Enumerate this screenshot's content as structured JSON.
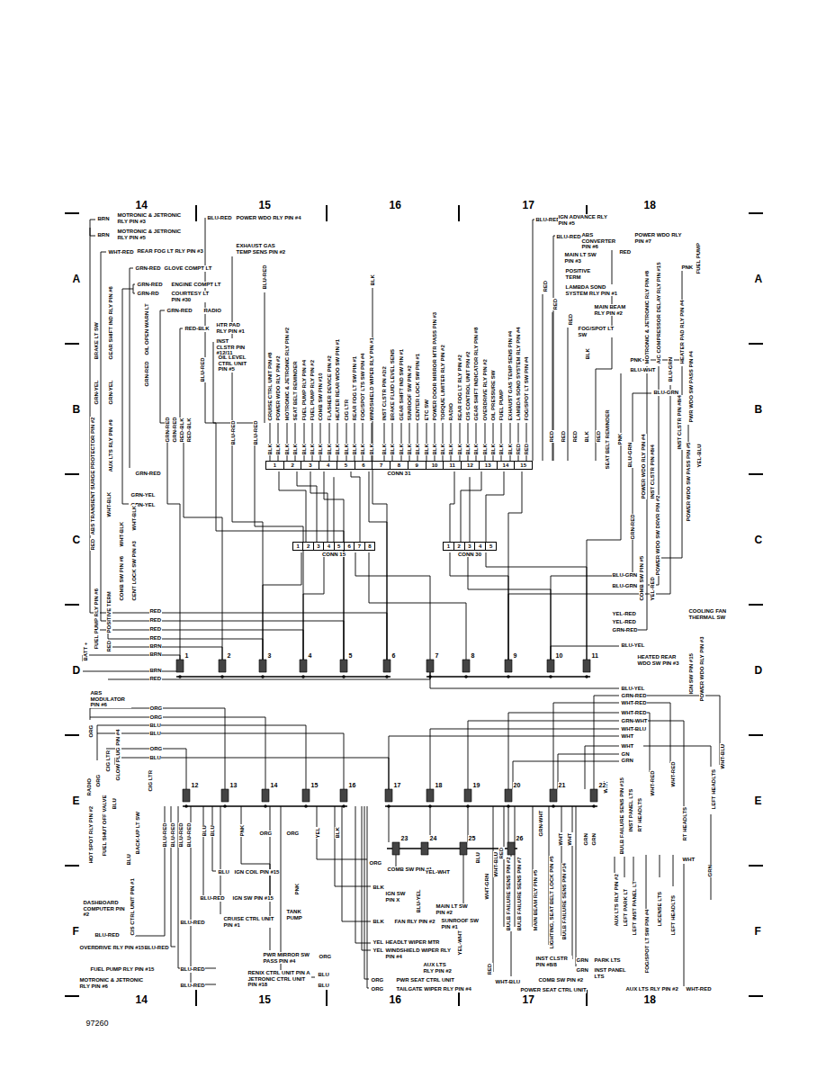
{
  "diagram": {
    "nodes": [
      {
        "text": [
          "1",
          "2",
          "3",
          "4",
          "5",
          "6",
          "7",
          "8",
          "9",
          "10",
          "11",
          "12",
          "13",
          "14",
          "15",
          "CONN 31"
        ]
      },
      {
        "text": [
          "1",
          "2",
          "3",
          "4",
          "5",
          "6",
          "7",
          "8",
          "CONN 15"
        ]
      },
      {
        "text": [
          "1",
          "2",
          "3",
          "4",
          "5",
          "CONN 30"
        ]
      }
    ],
    "edges": [
      {
        "from": 0,
        "to": 1,
        "arrow": "none"
      },
      {
        "from": 0,
        "to": 2,
        "arrow": "none"
      }
    ],
    "labels": [
      "14",
      "15",
      "16",
      "17",
      "18",
      "A",
      "B",
      "C",
      "D",
      "E",
      "F",
      "A",
      "B",
      "C",
      "D",
      "E",
      "F",
      "14",
      "15",
      "16",
      "17",
      "18",
      "97260",
      "BRN",
      "MOTRONIC & JETRONIC RLY PIN #3",
      "BRN",
      "MOTRONIC & JETRONIC RLY PIN #5",
      "WHT-RED",
      "REAR FOG LT RLY PIN #3",
      "GRN-RED",
      "GLOVE COMPT LT",
      "GRN-RED",
      "ENGINE COMPT LT",
      "GRN-RD",
      "COURTESY LT PIN #30",
      "GRN-RED",
      "RADIO",
      "RED-BLK",
      "HTR PAD RLY PIN #1",
      "INST CLSTR PIN #12/11",
      "OIL LEVEL CTRL UNIT PIN #5",
      "BLU-RED",
      "POWER WDO RLY PIN #4",
      "EXHAUST GAS TEMP SENS PIN #2",
      "BLU-RED",
      "BLK",
      "BRAKE LT SW",
      "GRN-YEL",
      "GEAR SHIFT IND RLY PIN #6",
      "GRN-YEL",
      "OIL OPEN WARN LT",
      "GRN-RED",
      "BLU-RED",
      "AUX LTS RLY PIN #9",
      "GRN-RED",
      "GRN-YEL",
      "GRN-YEL",
      "WHT-BLK",
      "ABS TRANSIENT SURGE PROTECTOR PIN #2",
      "RED",
      "COMB SW PIN #6",
      "WHT-BLK",
      "CENT LOCK SW PIN #3",
      "WHT-BLK",
      "FUEL PUMP RLY PIN #6",
      "POSITIVE TERM",
      "BATT +",
      "RED",
      "RED",
      "RED",
      "RED",
      "RED",
      "BRN",
      "BRN",
      "BRN",
      "RED",
      "ABS MODULATOR PIN #6",
      "ORG",
      "ORG",
      "BLU",
      "BLU",
      "ORG",
      "BLU",
      "ORG",
      "RADIO",
      "ORG",
      "CIG LTR",
      "GLOW PLUG PIN #4",
      "CIG LTR",
      "BLU",
      "HOT SPOT RLY PIN #2",
      "FUEL SHUT OFF VALVE",
      "BLU",
      "BACK-UP LT SW",
      "CIS CTRL UNIT PIN #1",
      "DASHBOARD COMPUTER PIN #2",
      "BLU-RED",
      "OVERDRIVE RLY PIN #15",
      "BLU-RED",
      "FUEL PUMP RLY PIN #15",
      "BLU-RED",
      "MOTRONIC & JETRONIC RLY PIN #6",
      "BLU-RED",
      "BLU-RED",
      "BLU-RED",
      "BLU-RED",
      "BLU-RED",
      "BLU",
      "BLU",
      "BLU",
      "IGN COIL PIN #15",
      "BLU-RED",
      "IGN SW PIN #15",
      "BLU-RED",
      "CRUISE CTRL UNIT PIN #1",
      "PNK",
      "PNK",
      "TANK PUMP",
      "ORG",
      "ORG",
      "YEL",
      "BLK",
      "PWR MIRROR SW PASS PIN #4",
      "ORG",
      "RENIX CTRL UNIT PIN A JETRONIC CTRL UNIT PIN #18",
      "BLU",
      "BLU",
      "ORG",
      "COMB SW PIN #1",
      "YEL-WHT",
      "BLK",
      "IGN SW PIN X",
      "BLU-YEL",
      "MAIN LT SW PIN #2",
      "SUNROOF SW PIN #1",
      "BLK",
      "FAN RLY PIN #2",
      "YEL",
      "HEADLT WIPER MTR",
      "YEL",
      "WINDSHIELD WIPER RLY PIN #4",
      "YEL-WHT",
      "AUX LTS RLY PIN #2",
      "ORG",
      "PWR SEAT CTRL UNIT",
      "ORG",
      "TAILGATE WIPER RLY PIN #4",
      "RED",
      "WHT-BLU",
      "COMB SW PIN #2",
      "POWER SEAT CTRL UNIT",
      "INST CLSTR PIN #8/8",
      "GRN",
      "PARK LTS",
      "GRN",
      "INST PANEL LTS",
      "AUX LTS RLY PIN #2",
      "WHT-RED",
      "BULB FAILURE SENS PIN #2",
      "BULB FAILURE SENS PIN #7",
      "MAIN BEAM RLY PIN #5",
      "LIGHTING, SEAT BELT LOCK PIN #5",
      "BULB FAILURE SENS PIN #14",
      "AUX LTS RLY PIN #2",
      "LEFT PARK LT",
      "LEFT INST PANEL LT",
      "LICENSE LTS",
      "LEFT HEADLTS",
      "FOG/SPOT LT SW PIN #4",
      "GRN-WHT",
      "WHT",
      "WHT",
      "GRN",
      "GRN",
      "RED",
      "WHT-GRN",
      "BLU",
      "WHT-BLU",
      "BULB FAILURE SENS PIN #15",
      "INST PANEL LTS",
      "RT HEADLTS",
      "WHT-RED",
      "RT HEADLTS",
      "LEFT HEADLTS",
      "WHT-BLU",
      "WHT-RED",
      "WHT",
      "GRN",
      "WHT",
      "BLU-YEL",
      "HEATED REAR WDO SW PIN #3",
      "BLU-YEL",
      "GRN-RED",
      "WHT-RED",
      "WHT-RED",
      "GRN-WHT",
      "WHT-BLU",
      "WHT",
      "WHT",
      "GN",
      "GRN",
      "YEL-RED",
      "YEL-RED",
      "GRN-RED",
      "COOLING FAN THERMAL SW",
      "IGN SW PIN #15",
      "POWER WDO RLY PIN #3",
      "COMB SW PIN #5",
      "YEL-RED",
      "BLU-GRN",
      "BLU-GRN",
      "POWER WDO SW DRVR PIN #2",
      "POWER WDO RLY PIN #4",
      "INST CLSTR PIN #8/4",
      "POWER WDO SW PASS PIN #5",
      "GRN-RED",
      "YEL-BLU",
      "SEAT BELT REMINDER",
      "PNK",
      "BLU-GRN",
      "BLU-WHT",
      "BLU-GRN",
      "PNK",
      "BLU-RED",
      "IGN ADVANCE RLY PIN #5",
      "BLU-RED",
      "ABS CONVERTER PIN #6",
      "RED",
      "POWER WDO RLY PIN #7",
      "FUEL PUMP",
      "PNK",
      "MAIN LT SW PIN #3",
      "POSITIVE TERM",
      "LAMBDA SOND SYSTEM RLY PIN #1",
      "MAIN BEAM RLY PIN #2",
      "FOG/SPOT LT SW",
      "RED",
      "RED",
      "RED",
      "BLK",
      "MOTRONIC & JETRONIC RLY PIN #8",
      "A/C COMPRESSOR DELAY RLY PIN #15",
      "HEATER PAD RLY PIN #4",
      "BLU-GRN",
      "PWR WDO SW PASS PIN #4",
      "INST CLSTR PIN #8/4",
      "CRUISE CTRL UNIT PIN #8",
      "POWER WDO RLY PIN #2",
      "MOTRONIC & JETRONIC RLY PIN #2",
      "SEAT BELT REMINDER",
      "FUEL PUMP RLY PIN #4",
      "FUEL PUMP RLY PIN #2",
      "COMB SW PIN #10",
      "FLASHER DEVICE PIN #2",
      "HEATER REAR WDO SW PIN #1",
      "CIG LTR",
      "REAR FOG LT SW PIN #1",
      "FOG/SPOT LTS SW PIN #4",
      "WINDSHIELD WIPER RLY PIN #1",
      "INST CLSTR PIN #2/2",
      "BRAKE FLUID LEVEL SENS",
      "GEAR SHIFT IND SW PIN #1",
      "SUNROOF SW PIN #2",
      "CENTER LOCK SW PIN #1",
      "ETC SW",
      "POWER DOOR MIRROR MTR PASS PIN #3",
      "TORQUE LIMITER RLY PIN #2",
      "RADIO",
      "REAR FOG LT RLY PIN #2",
      "CIS CONTROL UNIT PIN #2",
      "GEAR SHIFT INDICATOR RLY PIN #8",
      "OVERDRIVE RLY PIN #2",
      "OIL PRESSURE SW",
      "FUEL PUMP",
      "EXHAUST GAS TEMP SENS PIN #4",
      "LAMBDA SOND SYSTEM RLY PIN #4",
      "FOG/SPOT LT SW PIN #4",
      "BLK",
      "BLK",
      "BLK",
      "BLK",
      "BLK",
      "BLK",
      "BLK",
      "BLK",
      "BLK",
      "BLK",
      "BLK",
      "BLK",
      "BLK",
      "BLK",
      "BLK",
      "BLK",
      "BLK",
      "BLK",
      "BLK",
      "BLK",
      "BLK",
      "BLK",
      "BLK",
      "BLK",
      "BLK",
      "BLK",
      "BLK",
      "BLK",
      "BLK",
      "RED",
      "RED",
      "GRN-RED",
      "GRN-RED",
      "RED-BLK",
      "RED-BLK",
      "BLU-RED",
      "BLU-RED",
      "RED",
      "RED",
      "RED",
      "BLK",
      "RED",
      "1",
      "2",
      "3",
      "4",
      "5",
      "6",
      "7",
      "8",
      "9",
      "10",
      "11",
      "12",
      "13",
      "14",
      "15",
      "16",
      "17",
      "18",
      "19",
      "20",
      "21",
      "22",
      "23",
      "24",
      "25",
      "26"
    ]
  }
}
